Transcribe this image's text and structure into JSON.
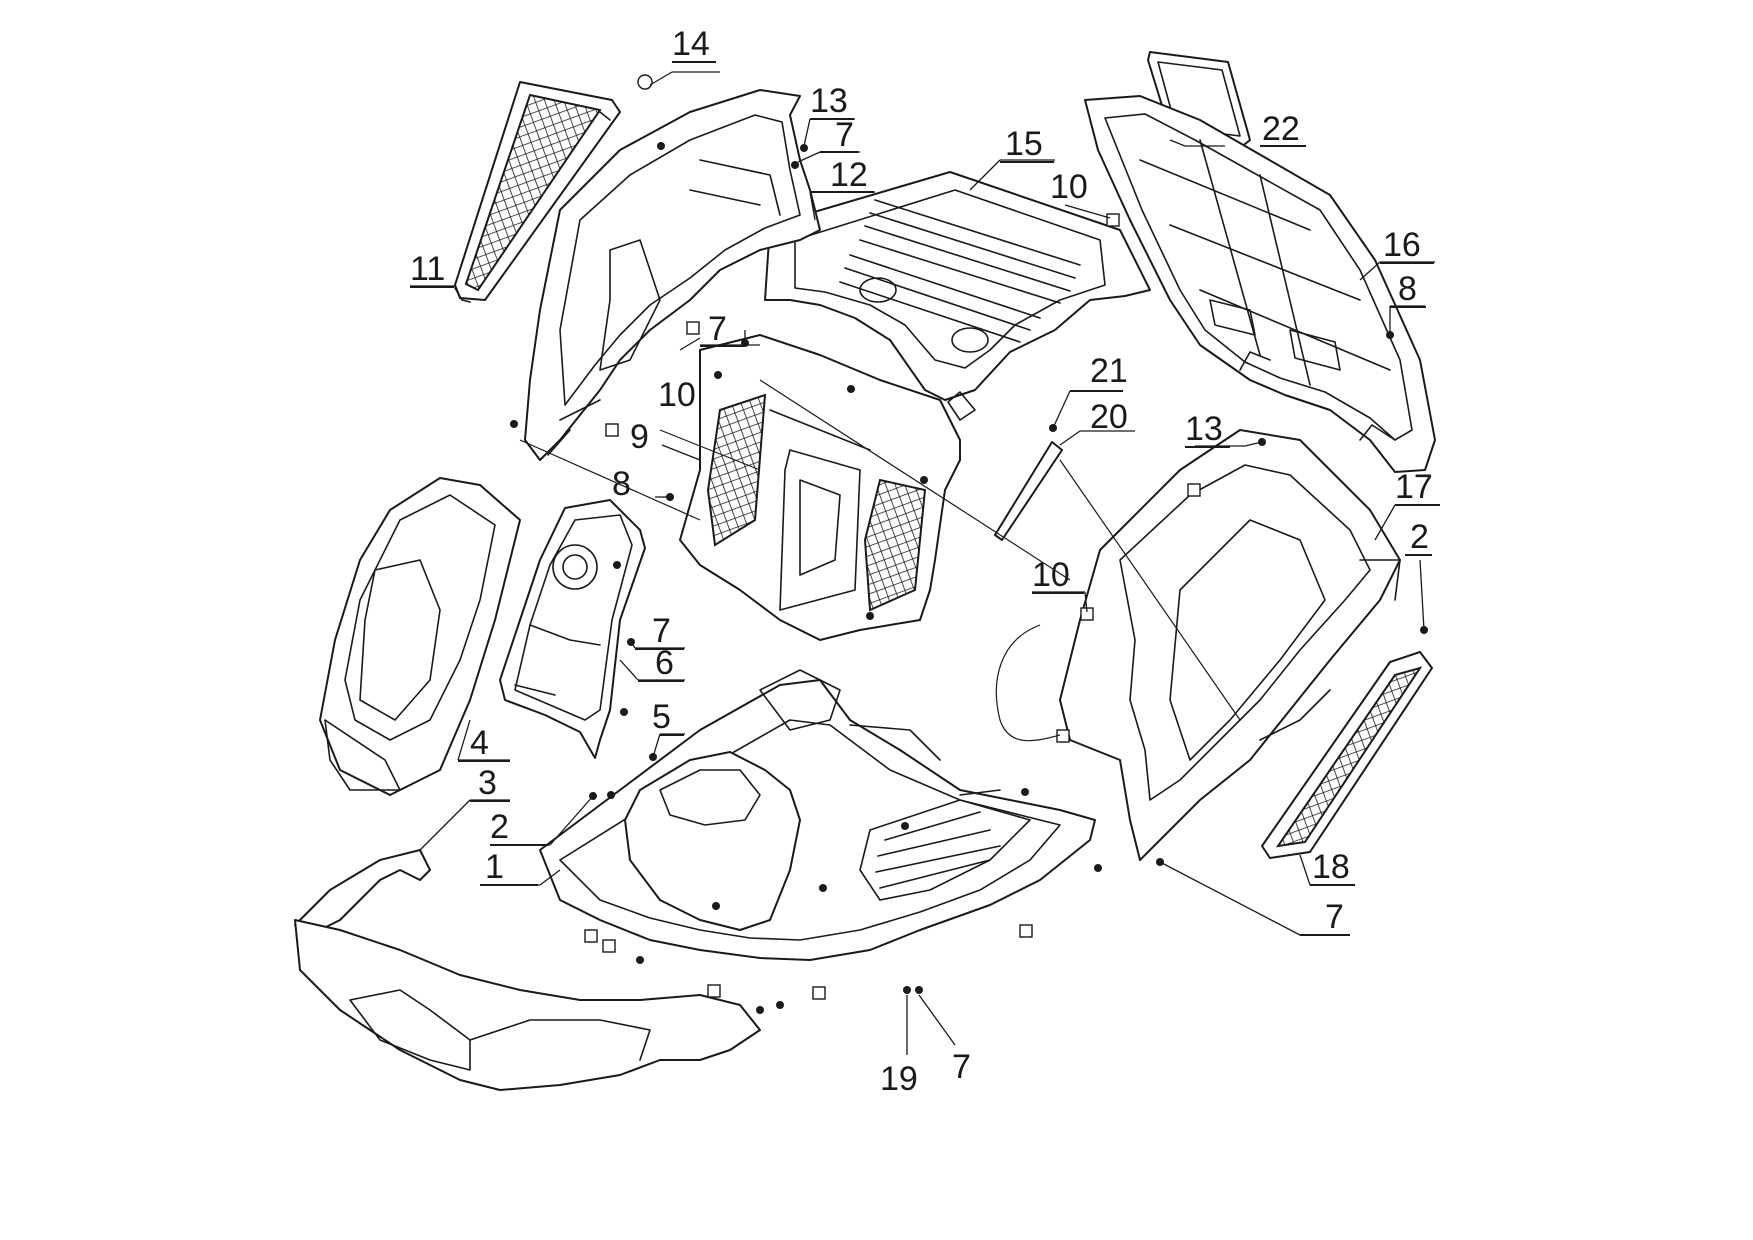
{
  "callouts": [
    {
      "id": "c14",
      "text": "14"
    },
    {
      "id": "c13a",
      "text": "13"
    },
    {
      "id": "c7a",
      "text": "7"
    },
    {
      "id": "c12",
      "text": "12"
    },
    {
      "id": "c11",
      "text": "11"
    },
    {
      "id": "c7b",
      "text": "7"
    },
    {
      "id": "c10a",
      "text": "10"
    },
    {
      "id": "c9",
      "text": "9"
    },
    {
      "id": "c8a",
      "text": "8"
    },
    {
      "id": "c15",
      "text": "15"
    },
    {
      "id": "c10b",
      "text": "10"
    },
    {
      "id": "c22",
      "text": "22"
    },
    {
      "id": "c16",
      "text": "16"
    },
    {
      "id": "c8b",
      "text": "8"
    },
    {
      "id": "c21",
      "text": "21"
    },
    {
      "id": "c20",
      "text": "20"
    },
    {
      "id": "c13b",
      "text": "13"
    },
    {
      "id": "c17",
      "text": "17"
    },
    {
      "id": "c2a",
      "text": "2"
    },
    {
      "id": "c10c",
      "text": "10"
    },
    {
      "id": "c7c",
      "text": "7"
    },
    {
      "id": "c6",
      "text": "6"
    },
    {
      "id": "c5",
      "text": "5"
    },
    {
      "id": "c4",
      "text": "4"
    },
    {
      "id": "c3",
      "text": "3"
    },
    {
      "id": "c2b",
      "text": "2"
    },
    {
      "id": "c1",
      "text": "1"
    },
    {
      "id": "c18",
      "text": "18"
    },
    {
      "id": "c7d",
      "text": "7"
    },
    {
      "id": "c19",
      "text": "19"
    },
    {
      "id": "c7e",
      "text": "7"
    }
  ],
  "colors": {
    "line": "#1a1a1a",
    "background": "#ffffff"
  }
}
